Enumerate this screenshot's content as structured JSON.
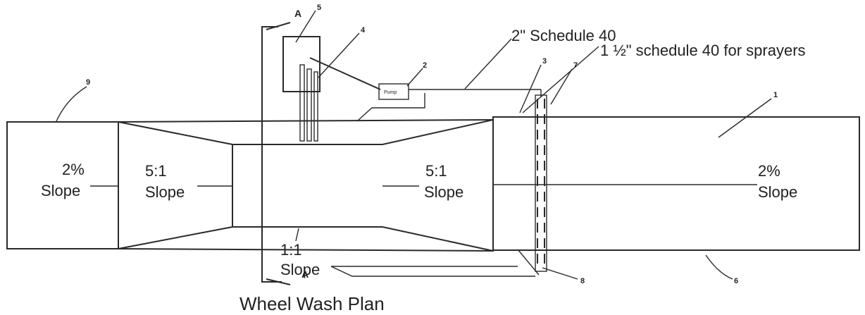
{
  "diagram": {
    "title": "Wheel Wash Plan",
    "section_marker": "A",
    "pipe_main": "2\" Schedule 40",
    "pipe_sprayers": "1 ½\" schedule 40 for sprayers",
    "pump_label": "Pump",
    "slopes": {
      "left_ramp": {
        "value": "2%",
        "word": "Slope"
      },
      "left_taper": {
        "value": "5:1",
        "word": "Slope"
      },
      "right_taper": {
        "value": "5:1",
        "word": "Slope"
      },
      "right_ramp": {
        "value": "2%",
        "word": "Slope"
      },
      "side": {
        "value": "1:1",
        "word": "Slope"
      }
    },
    "callouts": {
      "c1": "1",
      "c2": "2",
      "c3": "3",
      "c4": "4",
      "c5": "5",
      "c6": "6",
      "c7": "7",
      "c8": "8",
      "c9": "9"
    }
  }
}
